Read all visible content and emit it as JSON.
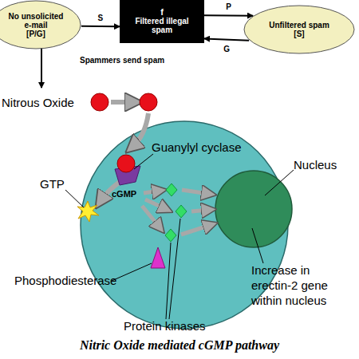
{
  "diagram": {
    "caption": "Nitric Oxide mediated cGMP pathway",
    "nodes": [
      {
        "text": [
          "No unsolicited e-mail",
          "[P/G]"
        ]
      },
      {
        "text": [
          "f",
          "Filtered illegal spam"
        ]
      },
      {
        "text": [
          "Unfiltered spam",
          "[S]"
        ]
      }
    ],
    "edges": [
      {
        "from": 0,
        "to": 1,
        "arrow": "to",
        "label": "S"
      },
      {
        "from": 1,
        "to": 2,
        "arrow": "to",
        "label": "P"
      },
      {
        "from": 2,
        "to": 1,
        "arrow": "to",
        "label": "G"
      }
    ],
    "labels": [
      "Spammers send spam",
      "Nitrous Oxide",
      "Guanylyl cyclase",
      "Nucleus",
      "GTP",
      "cGMP",
      "Increase in erectin-2 gene within nucleus",
      "Phosphodiesterase",
      "Protein kinases"
    ]
  }
}
